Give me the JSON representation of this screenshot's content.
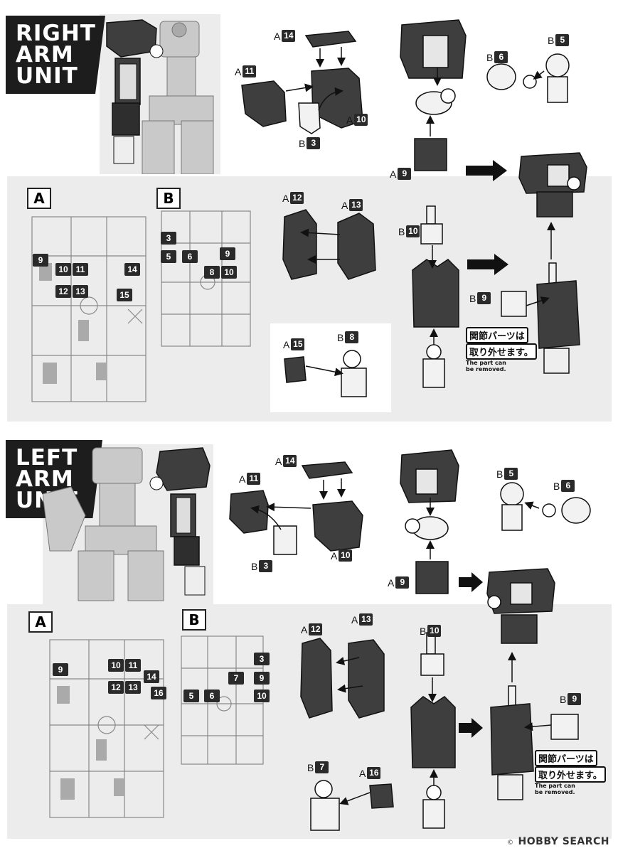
{
  "right": {
    "title": "RIGHT\nARM\nUNIT",
    "labels": {
      "a14": {
        "letter": "A",
        "num": "14"
      },
      "a11": {
        "letter": "A",
        "num": "11"
      },
      "a10": {
        "letter": "A",
        "num": "10"
      },
      "b3": {
        "letter": "B",
        "num": "3"
      },
      "b6": {
        "letter": "B",
        "num": "6"
      },
      "b5": {
        "letter": "B",
        "num": "5"
      },
      "a9": {
        "letter": "A",
        "num": "9"
      },
      "a12": {
        "letter": "A",
        "num": "12"
      },
      "a13": {
        "letter": "A",
        "num": "13"
      },
      "b10": {
        "letter": "B",
        "num": "10"
      },
      "b9": {
        "letter": "B",
        "num": "9"
      },
      "a15": {
        "letter": "A",
        "num": "15"
      },
      "b8": {
        "letter": "B",
        "num": "8"
      }
    },
    "runner_a": {
      "letter": "A",
      "tags": [
        "9",
        "10",
        "11",
        "14",
        "12",
        "13",
        "15"
      ]
    },
    "runner_b": {
      "letter": "B",
      "tags": [
        "3",
        "5",
        "6",
        "9",
        "8",
        "10"
      ]
    },
    "note": {
      "jp": "関節パーツは",
      "jp2": "取り外せます。",
      "en1": "The part can",
      "en2": "be removed."
    }
  },
  "left": {
    "title": "LEFT\nARM\nUNIT",
    "labels": {
      "a14": {
        "letter": "A",
        "num": "14"
      },
      "a11": {
        "letter": "A",
        "num": "11"
      },
      "a10": {
        "letter": "A",
        "num": "10"
      },
      "b3": {
        "letter": "B",
        "num": "3"
      },
      "b5": {
        "letter": "B",
        "num": "5"
      },
      "b6": {
        "letter": "B",
        "num": "6"
      },
      "a9": {
        "letter": "A",
        "num": "9"
      },
      "a12": {
        "letter": "A",
        "num": "12"
      },
      "a13": {
        "letter": "A",
        "num": "13"
      },
      "b10": {
        "letter": "B",
        "num": "10"
      },
      "b9": {
        "letter": "B",
        "num": "9"
      },
      "b7": {
        "letter": "B",
        "num": "7"
      },
      "a16": {
        "letter": "A",
        "num": "16"
      }
    },
    "runner_a": {
      "letter": "A",
      "tags": [
        "9",
        "10",
        "11",
        "14",
        "12",
        "13",
        "16"
      ]
    },
    "runner_b": {
      "letter": "B",
      "tags": [
        "3",
        "7",
        "9",
        "5",
        "6",
        "10"
      ]
    },
    "note": {
      "jp": "関節パーツは",
      "jp2": "取り外せます。",
      "en1": "The part can",
      "en2": "be removed."
    }
  },
  "footer": {
    "copyright": "©",
    "brand": "HOBBY SEARCH"
  },
  "colors": {
    "part_dark": "#3e3e3e",
    "part_light": "#f2f2f2",
    "panel": "#ececec",
    "label_bg": "#2a2a2a"
  }
}
